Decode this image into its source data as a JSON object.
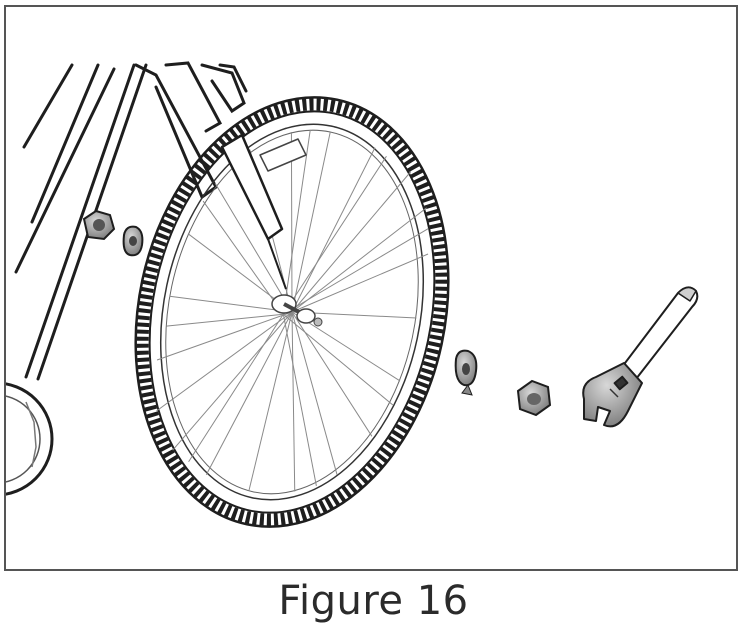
{
  "figure": {
    "caption": "Figure 16",
    "colors": {
      "ink": "#1e1e1e",
      "spoke": "#8a8a8a",
      "metal": "#9a9a9a",
      "frame_border": "#555555",
      "background": "#ffffff"
    },
    "parts": [
      "bicycle-frame",
      "fork",
      "front-wheel",
      "tire",
      "spokes",
      "hub",
      "axle-nut",
      "tab-washer",
      "adjustable-wrench"
    ]
  }
}
